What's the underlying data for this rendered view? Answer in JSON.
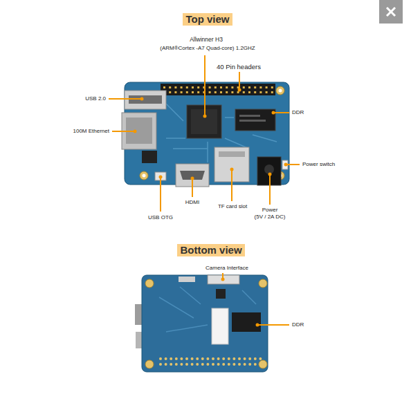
{
  "diagram": {
    "labels": [
      "Top view",
      "Allwinner H3",
      "(ARM®Cortex -A7 Quad-core) 1.2GHZ",
      "40 Pin headers",
      "USB 2.0",
      "100M Ethernet",
      "DDR",
      "Power switch",
      "HDMI",
      "TF card slot",
      "Power",
      "(5V / 2A DC)",
      "USB OTG",
      "Bottom view",
      "Camera Interface",
      "DDR"
    ]
  }
}
